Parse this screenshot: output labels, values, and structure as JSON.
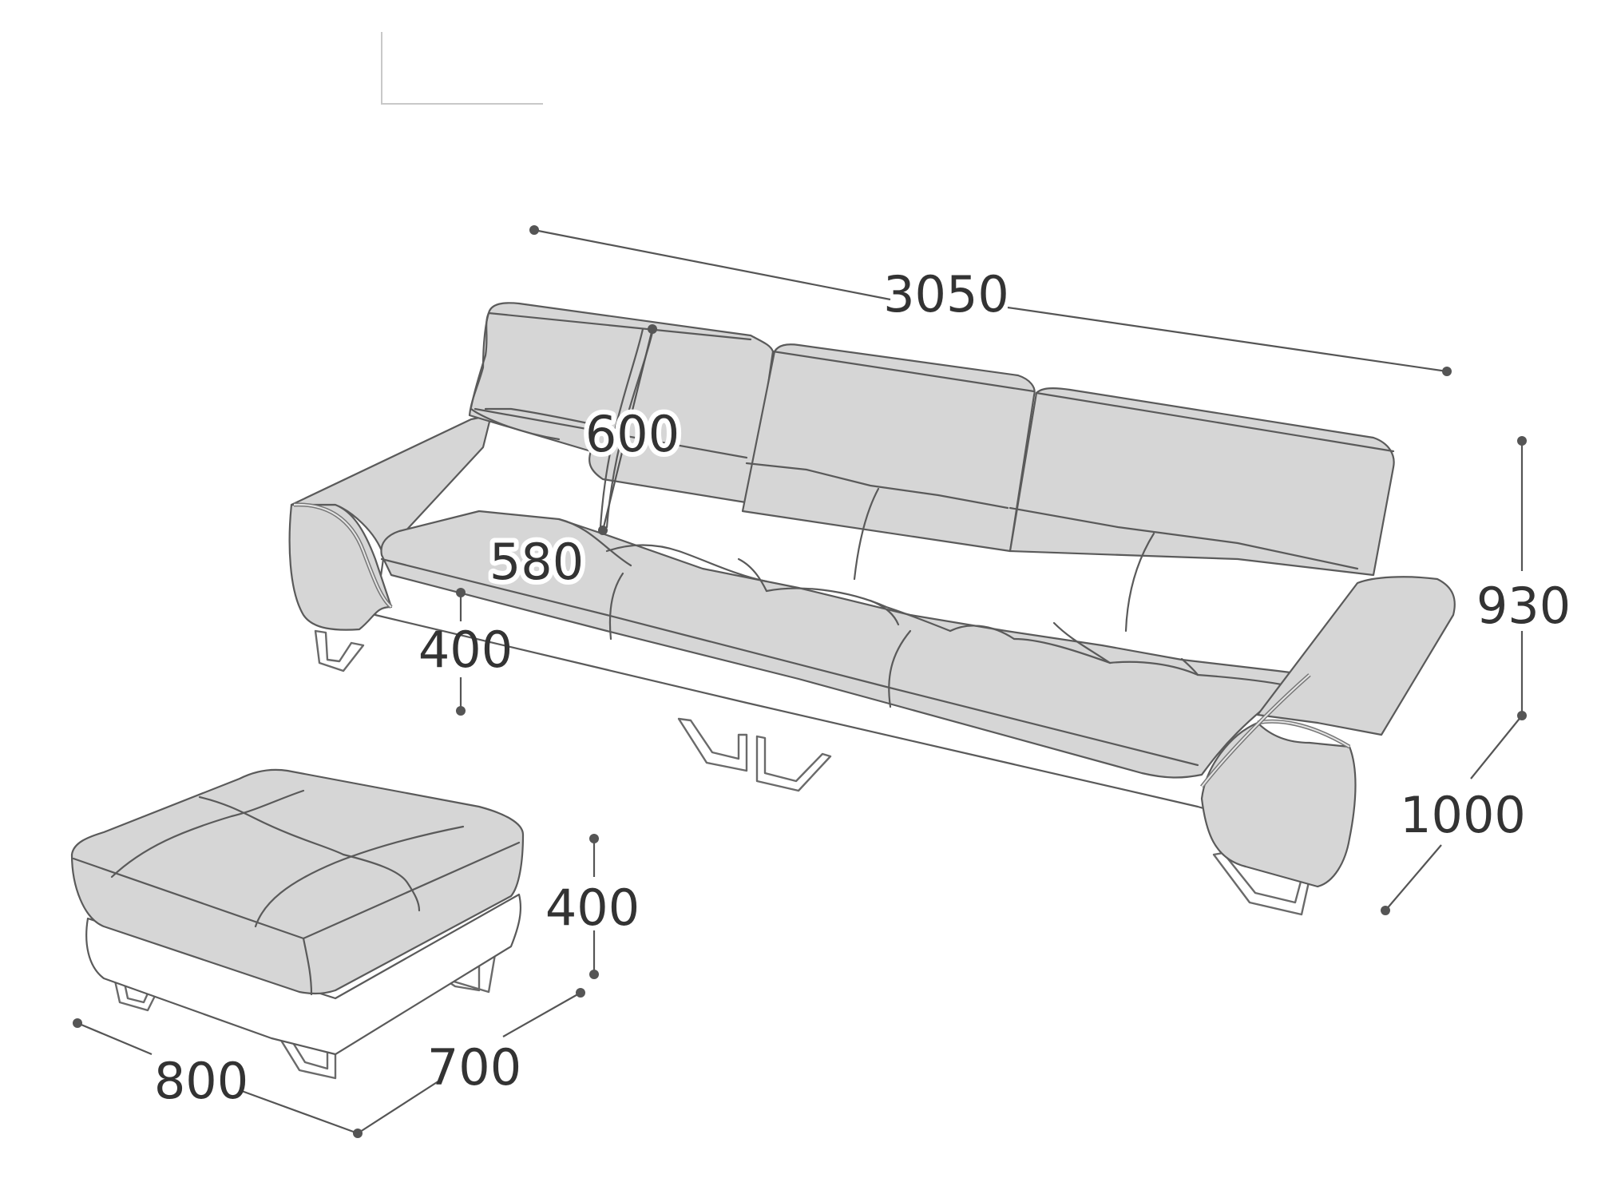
{
  "diagram": {
    "type": "furniture-dimension-drawing",
    "units": "mm",
    "colors": {
      "upholstery_fill": "#d6d6d6",
      "outline": "#5a5a5a",
      "dimension_line": "#555555",
      "label_text": "#333333",
      "background": "#ffffff"
    },
    "sofa": {
      "name": "three-seat sofa",
      "dimensions": {
        "overall_width": "3050",
        "overall_height": "930",
        "overall_depth": "1000",
        "backrest_height": "600",
        "seat_depth": "580",
        "seat_height": "400"
      }
    },
    "ottoman": {
      "name": "ottoman",
      "dimensions": {
        "height": "400",
        "width": "800",
        "depth": "700"
      }
    }
  }
}
